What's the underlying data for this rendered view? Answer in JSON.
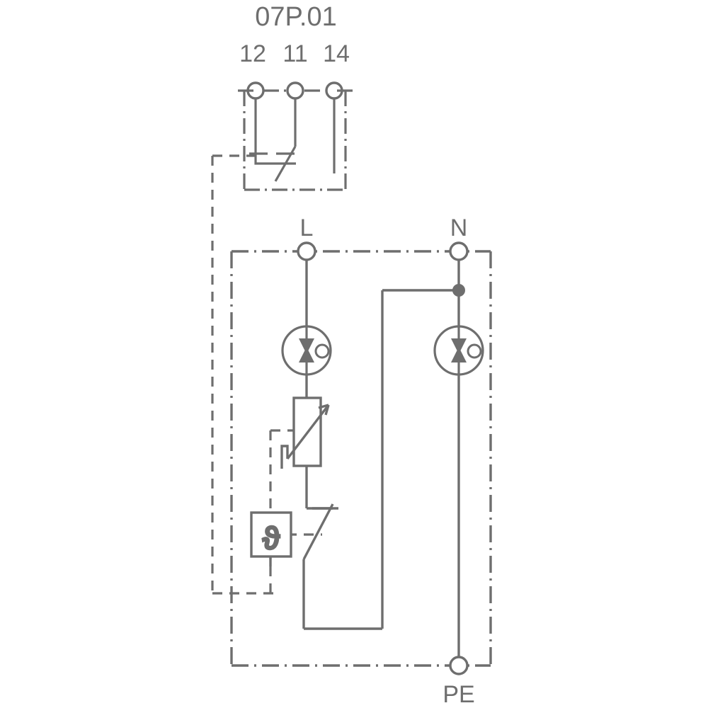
{
  "diagram": {
    "title": "07P.01",
    "type": "surge-protection-device-wiring-schematic",
    "stroke_color": "#6e6e6e",
    "background_color": "#ffffff",
    "relay_contact": {
      "label": "07P.01",
      "terminals": [
        {
          "number": "12",
          "role": "normally-closed"
        },
        {
          "number": "11",
          "role": "common"
        },
        {
          "number": "14",
          "role": "normally-open"
        }
      ]
    },
    "power_terminals": [
      {
        "label": "L",
        "name": "line"
      },
      {
        "label": "N",
        "name": "neutral"
      },
      {
        "label": "PE",
        "name": "protective-earth"
      }
    ],
    "components": {
      "spark_gap_l": {
        "name": "gas-discharge-tube-l",
        "glyph_circle_label": "o"
      },
      "spark_gap_n": {
        "name": "gas-discharge-tube-n",
        "glyph_circle_label": "o"
      },
      "varistor": {
        "name": "varistor",
        "symbol": "rectangle-with-diagonal-arrow"
      },
      "thermal_sensor": {
        "name": "thermal-disconnector",
        "glyph": "ϑ"
      },
      "thermal_switch": {
        "name": "thermal-disconnect-contact",
        "state": "closed"
      }
    }
  }
}
